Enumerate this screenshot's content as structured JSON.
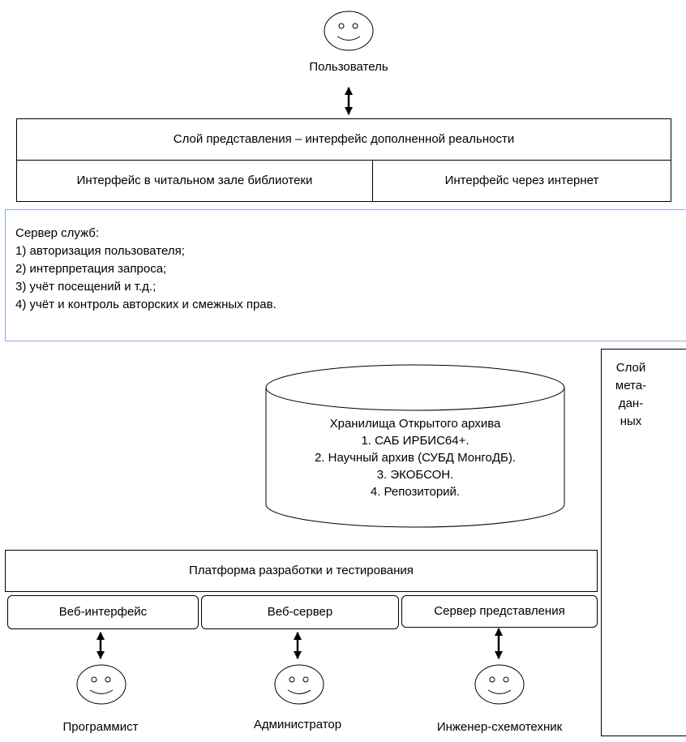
{
  "user": {
    "label": "Пользователь"
  },
  "presentation_layer": {
    "title": "Слой представления – интерфейс дополненной реальности",
    "left": "Интерфейс в читальном зале библиотеки",
    "right": "Интерфейс через интернет"
  },
  "services_server": {
    "title": "Сервер служб:",
    "items": [
      "1) авторизация пользователя;",
      "2) интерпретация запроса;",
      "3) учёт посещений и т.д.;",
      "4) учёт и контроль авторских и смежных прав."
    ]
  },
  "storage": {
    "lines": [
      "Хранилища Открытого архива",
      "1. САБ ИРБИС64+.",
      "2. Научный архив (СУБД МонгоДБ).",
      "3. ЭКОБСОН.",
      "4. Репозиторий."
    ]
  },
  "metadata_layer": {
    "lines": [
      "Слой",
      "мета-",
      "дан-",
      "ных"
    ]
  },
  "platform": {
    "title": "Платформа разработки и тестирования",
    "components": [
      "Веб-интерфейс",
      "Веб-сервер",
      "Сервер представления"
    ]
  },
  "actors": [
    "Программист",
    "Администратор",
    "Инженер-схемотехник"
  ],
  "colors": {
    "services_border": "#8eaadb",
    "line": "#000000"
  }
}
